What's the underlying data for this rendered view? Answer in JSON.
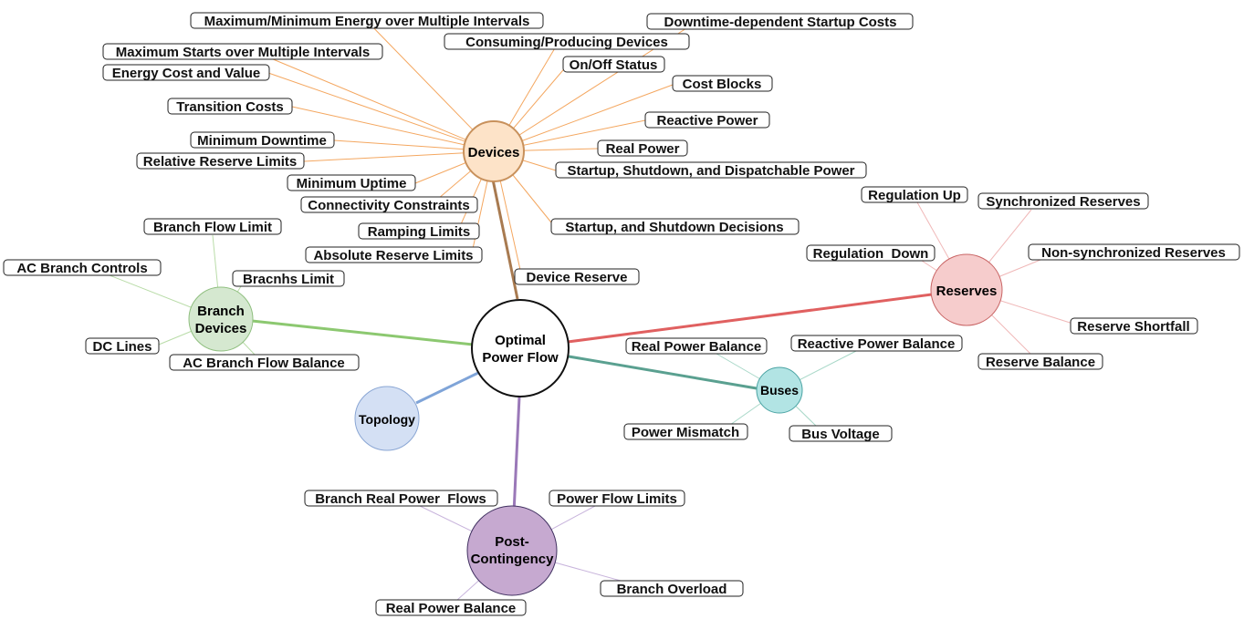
{
  "center": {
    "line1": "Optimal",
    "line2": "Power Flow"
  },
  "groups": {
    "devices": {
      "label": "Devices",
      "fill": "#fde3c8",
      "stroke": "#c8915c",
      "edge": "#a87a50",
      "branch": "#f4a760",
      "items": [
        "Maximum/Minimum Energy over Multiple Intervals",
        "Downtime-dependent Startup Costs",
        "Consuming/Producing Devices",
        "Maximum Starts over Multiple Intervals",
        "On/Off Status",
        "Energy Cost and Value",
        "Cost Blocks",
        "Transition Costs",
        "Reactive Power",
        "Minimum Downtime",
        "Real Power",
        "Relative Reserve Limits",
        "Startup, Shutdown, and Dispatchable Power",
        "Minimum Uptime",
        "Connectivity Constraints",
        "Startup, and Shutdown Decisions",
        "Ramping Limits",
        "Absolute Reserve Limits",
        "Device Reserve"
      ]
    },
    "branch_devices": {
      "label_line1": "Branch",
      "label_line2": "Devices",
      "fill": "#d5e8d0",
      "stroke": "#8fbf7f",
      "edge": "#8cc870",
      "branch": "#b9dca8",
      "items": [
        "Branch Flow Limit",
        "AC Branch Controls",
        "Bracnhs Limit",
        "DC Lines",
        "AC Branch Flow Balance"
      ]
    },
    "reserves": {
      "label": "Reserves",
      "fill": "#f6cccc",
      "stroke": "#c96565",
      "edge": "#e06060",
      "branch": "#f0b8b8",
      "items": [
        "Regulation Up",
        "Synchronized Reserves",
        "Regulation  Down",
        "Non-synchronized Reserves",
        "Reserve Shortfall",
        "Reserve Balance"
      ]
    },
    "buses": {
      "label": "Buses",
      "fill": "#b2e4e4",
      "stroke": "#4aa3a3",
      "edge": "#5aa090",
      "branch": "#a8d8c8",
      "items": [
        "Real Power Balance",
        "Reactive Power Balance",
        "Power Mismatch",
        "Bus Voltage"
      ]
    },
    "topology": {
      "label": "Topology",
      "fill": "#d4e0f4",
      "stroke": "#8aa6d4",
      "edge": "#7fa4d8"
    },
    "post_contingency": {
      "label_line1": "Post-",
      "label_line2": "Contingency",
      "fill": "#c6a9d0",
      "stroke": "#403060",
      "edge": "#9a78b8",
      "branch": "#c8b4dc",
      "items": [
        "Branch Real Power  Flows",
        "Power Flow Limits",
        "Branch Overload",
        "Real Power Balance"
      ]
    }
  }
}
